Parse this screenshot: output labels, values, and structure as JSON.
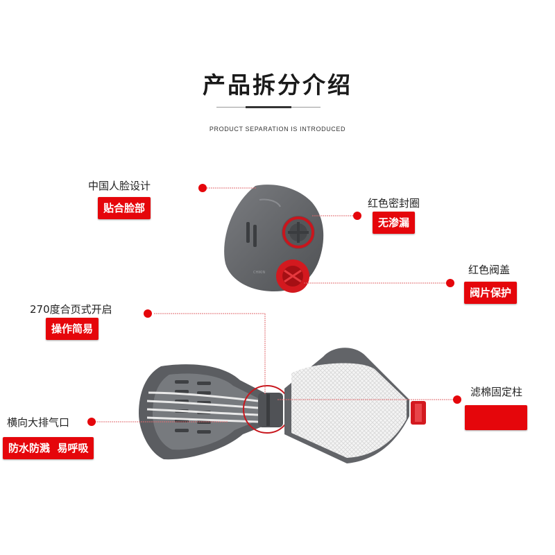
{
  "header": {
    "title": "产品拆分介绍",
    "subtitle": "PRODUCT SEPARATION IS INTRODUCED"
  },
  "callouts": [
    {
      "label": "中国人脸设计",
      "badge": "贴合脸部"
    },
    {
      "label": "红色密封圈",
      "badge": "无渗漏"
    },
    {
      "label": "红色阀盖",
      "badge": "阀片保护"
    },
    {
      "label": "270度合页式开启",
      "badge": "操作简易"
    },
    {
      "label": "滤棉固定柱",
      "badge": ""
    },
    {
      "label": "横向大排气口",
      "badge": "防水防溅  易呼吸"
    }
  ],
  "colors": {
    "accent": "#e5060b",
    "mask_gray": "#6b6d70",
    "mask_dark": "#4d4f52"
  },
  "icons": [
    "mask-body-image",
    "open-mask-image",
    "dot-icon"
  ]
}
